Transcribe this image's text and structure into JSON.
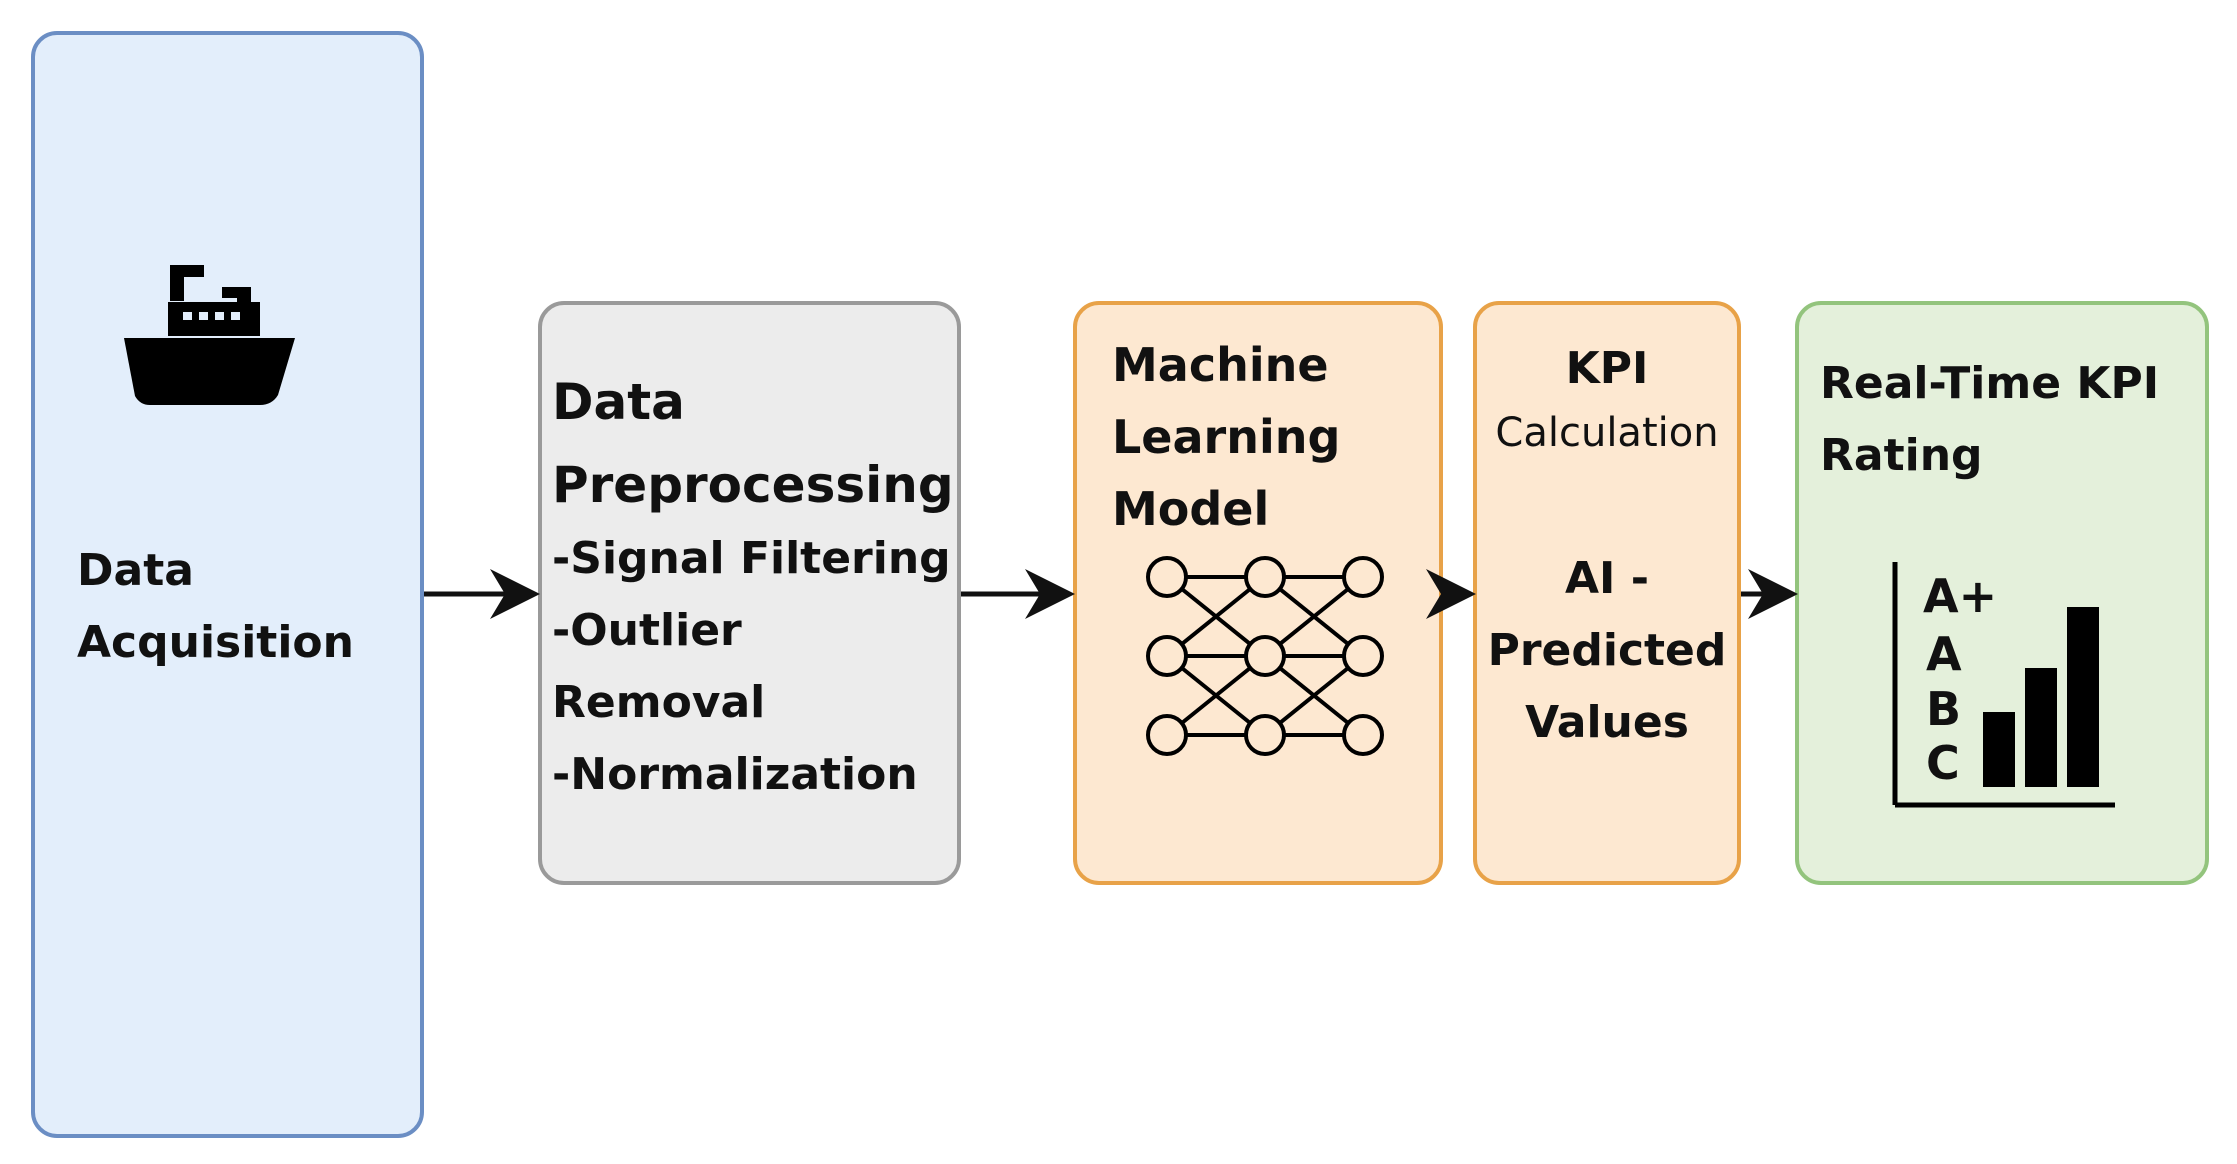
{
  "stages": {
    "acquisition": {
      "line1": "Data",
      "line2": "Acquisition",
      "icon": "ship-icon"
    },
    "preprocessing": {
      "line1": "Data",
      "line2": "Preprocessing",
      "line3": "-Signal Filtering",
      "line4": "-Outlier",
      "line5": "Removal",
      "line6": "-Normalization"
    },
    "model": {
      "line1": "Machine",
      "line2": "Learning",
      "line3": "Model",
      "icon": "neural-network-icon"
    },
    "kpi": {
      "line1": "KPI",
      "line2": "Calculation",
      "line3": "AI -",
      "line4": "Predicted",
      "line5": "Values"
    },
    "rating": {
      "line1": "Real-Time KPI",
      "line2": "Rating",
      "grades": [
        "A+",
        "A",
        "B",
        "C"
      ],
      "icon": "bar-chart-icon"
    }
  },
  "colors": {
    "acquisition_fill": "#e3eefb",
    "preprocessing_fill": "#ececec",
    "model_fill": "#fde8d1",
    "rating_fill": "#e4f0db"
  }
}
